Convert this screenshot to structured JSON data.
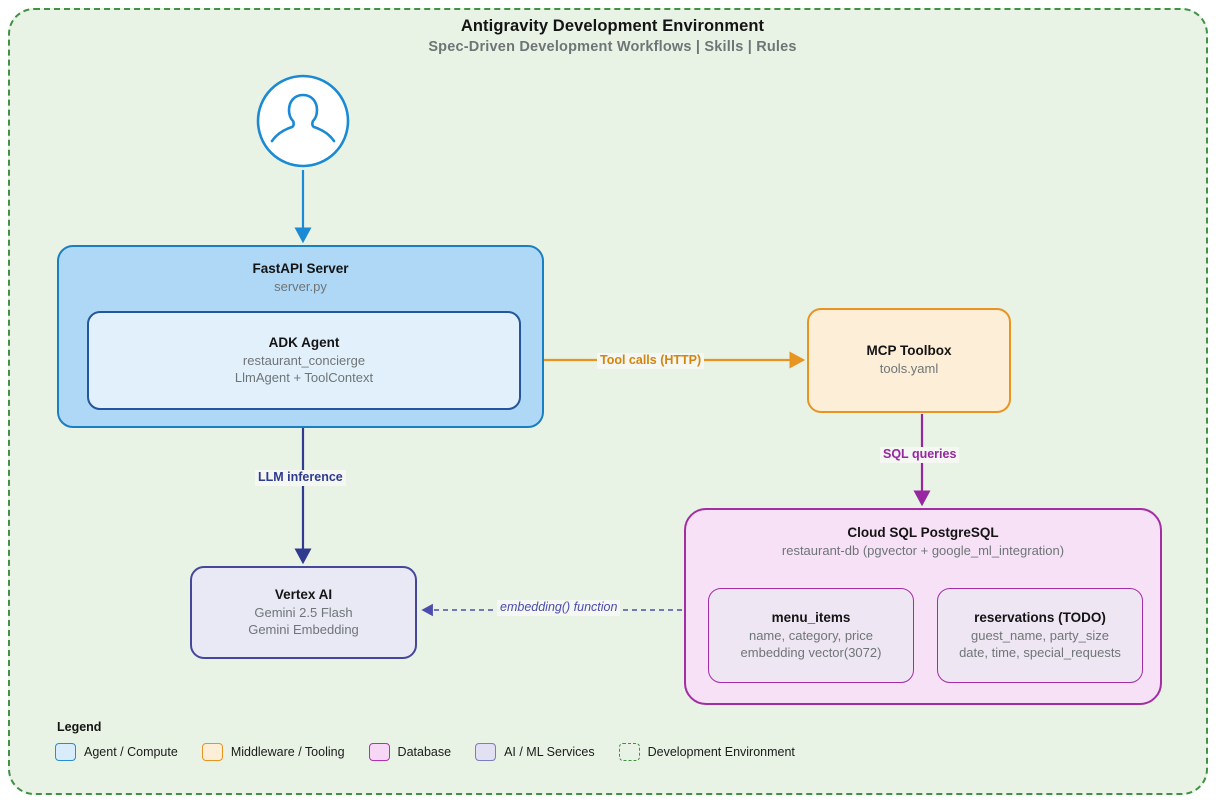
{
  "environment": {
    "title": "Antigravity Development Environment",
    "subtitle": "Spec-Driven Development Workflows  |  Skills  |  Rules",
    "border_color": "#3f9143",
    "fill_color": "#e9f3e5"
  },
  "actor": {
    "icon": "user-avatar-icon",
    "color": "#1a7fc1"
  },
  "nodes": {
    "fastapi": {
      "title": "FastAPI Server",
      "subtitle": "server.py",
      "fill": "#aed8f6",
      "stroke": "#1a7fc1",
      "category": "Agent / Compute"
    },
    "adk_agent": {
      "title": "ADK Agent",
      "subtitle_1": "restaurant_concierge",
      "subtitle_2": "LlmAgent + ToolContext",
      "fill": "#e2f0fb",
      "stroke": "#23569c",
      "category": "Agent / Compute"
    },
    "mcp_toolbox": {
      "title": "MCP Toolbox",
      "subtitle": "tools.yaml",
      "fill": "#fdeed8",
      "stroke": "#e89422",
      "category": "Middleware / Tooling"
    },
    "vertex_ai": {
      "title": "Vertex AI",
      "subtitle_1": "Gemini 2.5 Flash",
      "subtitle_2": "Gemini Embedding",
      "fill": "#e9e9f6",
      "stroke": "#45489a",
      "category": "AI / ML Services"
    },
    "cloud_sql": {
      "title": "Cloud SQL PostgreSQL",
      "subtitle": "restaurant-db (pgvector + google_ml_integration)",
      "fill": "#f6e1f6",
      "stroke": "#a42ca4",
      "category": "Database"
    },
    "menu_items": {
      "title": "menu_items",
      "subtitle_1": "name, category, price",
      "subtitle_2": "embedding vector(3072)"
    },
    "reservations": {
      "title": "reservations (TODO)",
      "subtitle_1": "guest_name, party_size",
      "subtitle_2": "date, time, special_requests"
    }
  },
  "edges": [
    {
      "id": "user-to-fastapi",
      "label": "",
      "color": "#1a8ad4",
      "style": "solid"
    },
    {
      "id": "adk-to-mcp",
      "label": "Tool calls (HTTP)",
      "color": "#e89422",
      "style": "solid"
    },
    {
      "id": "adk-to-vertex",
      "label": "LLM inference",
      "color": "#2e3b8f",
      "style": "solid"
    },
    {
      "id": "mcp-to-cloudsql",
      "label": "SQL queries",
      "color": "#9726a0",
      "style": "solid"
    },
    {
      "id": "cloudsql-to-vertex",
      "label": "embedding() function",
      "color": "#4a4dab",
      "style": "dashed"
    }
  ],
  "legend": {
    "title": "Legend",
    "items": [
      {
        "label": "Agent / Compute",
        "fill": "#d8ecfb",
        "stroke": "#2b8cd0",
        "style": "solid"
      },
      {
        "label": "Middleware / Tooling",
        "fill": "#fdeed8",
        "stroke": "#e89422",
        "style": "solid"
      },
      {
        "label": "Database",
        "fill": "#f6d8f6",
        "stroke": "#b52fb5",
        "style": "solid"
      },
      {
        "label": "AI / ML Services",
        "fill": "#e1e1f3",
        "stroke": "#7b7cc4",
        "style": "solid"
      },
      {
        "label": "Development Environment",
        "fill": "transparent",
        "stroke": "#3f9143",
        "style": "dashed"
      }
    ]
  }
}
